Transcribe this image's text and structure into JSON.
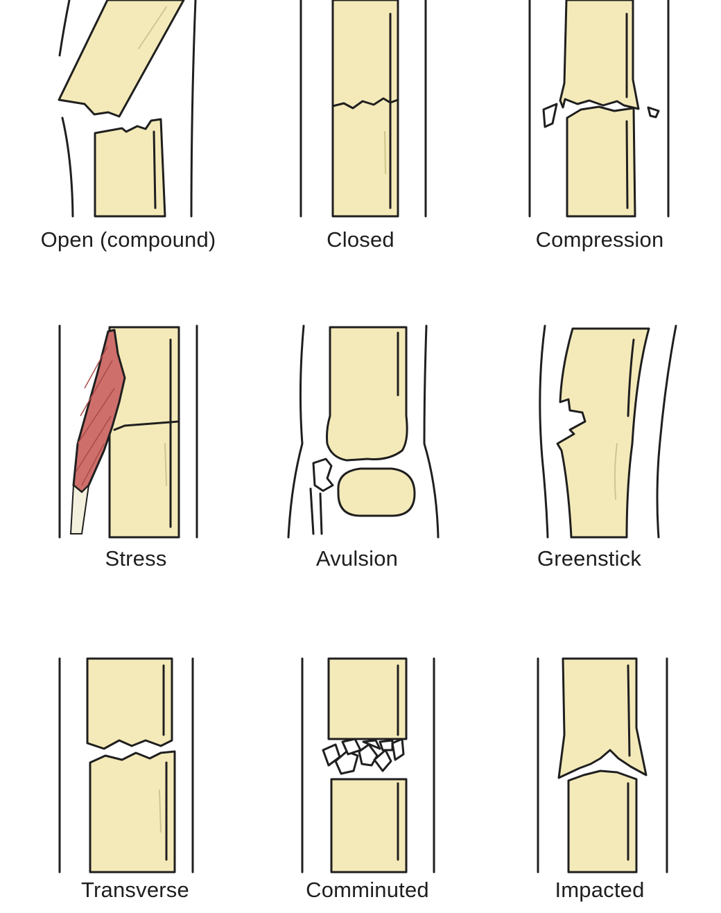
{
  "colors": {
    "bone_fill": "#f4eab9",
    "outline": "#1f1f1f",
    "muscle": "#cf6f6b",
    "background": "#ffffff"
  },
  "fracture_types": [
    {
      "label": "Open (compound)"
    },
    {
      "label": "Closed"
    },
    {
      "label": "Compression"
    },
    {
      "label": "Stress"
    },
    {
      "label": "Avulsion"
    },
    {
      "label": "Greenstick"
    },
    {
      "label": "Transverse"
    },
    {
      "label": "Comminuted"
    },
    {
      "label": "Impacted"
    }
  ]
}
